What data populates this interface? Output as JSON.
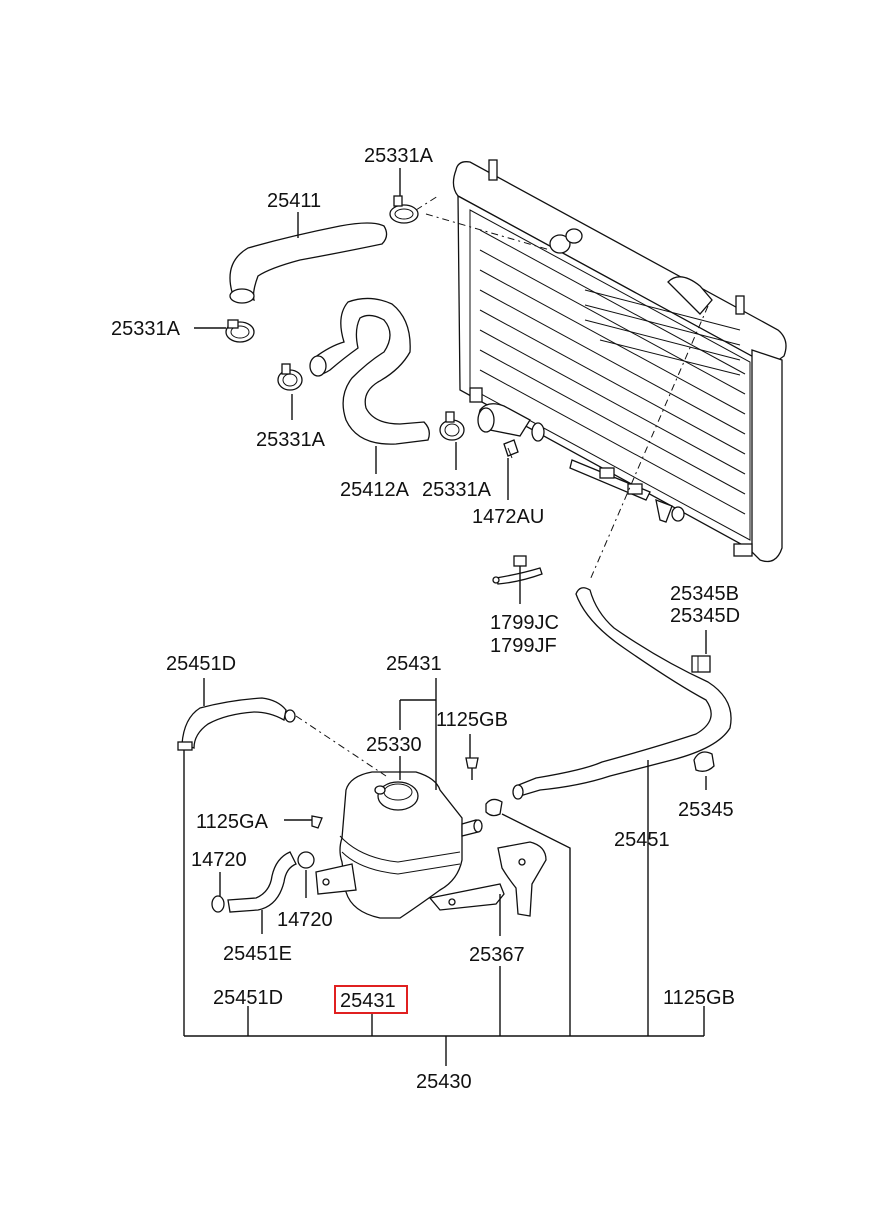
{
  "accent_color": "#e02020",
  "labels": {
    "p25331a_top": "25331A",
    "p25411": "25411",
    "p25331a_left": "25331A",
    "p25331a_mid": "25331A",
    "p25412a": "25412A",
    "p25331a_bot": "25331A",
    "p1472au": "1472AU",
    "p1799jc": "1799JC",
    "p1799jf": "1799JF",
    "p25345b": "25345B",
    "p25345d": "25345D",
    "p25451d_top": "25451D",
    "p25431_top": "25431",
    "p1125gb_top": "1125GB",
    "p25330": "25330",
    "p1125ga": "1125GA",
    "p14720_a": "14720",
    "p14720_b": "14720",
    "p25345": "25345",
    "p25451": "25451",
    "p25451e": "25451E",
    "p25367": "25367",
    "p25451d_bot": "25451D",
    "p25431_bot": "25431",
    "p1125gb_bot": "1125GB",
    "p25430": "25430"
  },
  "highlighted_part": "25431"
}
